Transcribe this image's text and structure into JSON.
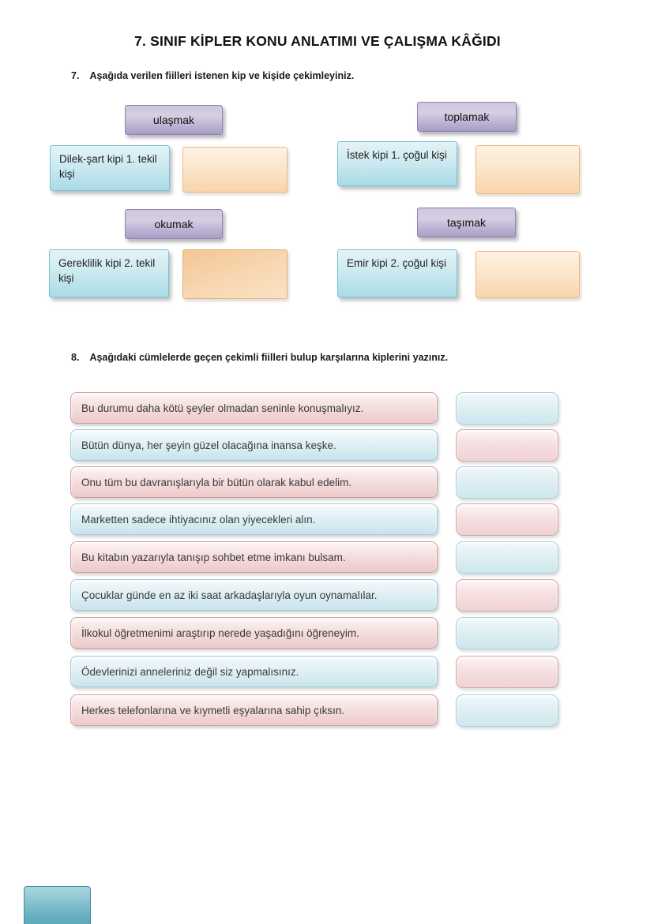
{
  "page": {
    "title": "7. SINIF KİPLER KONU ANLATIMI VE ÇALIŞMA KÂĞIDI"
  },
  "question7": {
    "number": "7.",
    "prompt": "Aşağıda verilen fiilleri istenen kip ve kişide çekimleyiniz.",
    "exercises": [
      {
        "verb": "ulaşmak",
        "instruction": "Dilek-şart kipi 1. tekil kişi",
        "answer": ""
      },
      {
        "verb": "toplamak",
        "instruction": "İstek kipi 1. çoğul kişi",
        "answer": ""
      },
      {
        "verb": "okumak",
        "instruction": "Gereklilik kipi 2. tekil kişi",
        "answer": ""
      },
      {
        "verb": "taşımak",
        "instruction": "Emir kipi 2. çoğul kişi",
        "answer": ""
      }
    ]
  },
  "question8": {
    "number": "8.",
    "prompt": "Aşağıdaki cümlelerde geçen çekimli fiilleri bulup karşılarına kiplerini yazınız.",
    "sentences": [
      {
        "text": "Bu durumu daha kötü şeyler olmadan seninle konuşmalıyız.",
        "box_color": "pink",
        "answer_box_color": "blue"
      },
      {
        "text": "Bütün dünya, her şeyin güzel olacağına inansa keşke.",
        "box_color": "blue",
        "answer_box_color": "pink"
      },
      {
        "text": "Onu tüm bu davranışlarıyla bir bütün olarak kabul edelim.",
        "box_color": "pink",
        "answer_box_color": "blue"
      },
      {
        "text": "Marketten sadece ihtiyacınız olan yiyecekleri alın.",
        "box_color": "blue",
        "answer_box_color": "pink"
      },
      {
        "text": "Bu kitabın yazarıyla tanışıp sohbet etme imkanı bulsam.",
        "box_color": "pink",
        "answer_box_color": "blue"
      },
      {
        "text": "Çocuklar günde en az iki saat arkadaşlarıyla oyun oynamalılar.",
        "box_color": "blue",
        "answer_box_color": "pink"
      },
      {
        "text": "İlkokul öğretmenimi araştırıp nerede yaşadığını öğreneyim.",
        "box_color": "pink",
        "answer_box_color": "blue"
      },
      {
        "text": "Ödevlerinizi anneleriniz değil siz yapmalısınız.",
        "box_color": "blue",
        "answer_box_color": "pink"
      },
      {
        "text": "Herkes telefonlarına ve kıymetli eşyalarına sahip çıksın.",
        "box_color": "pink",
        "answer_box_color": "blue"
      }
    ]
  },
  "colors": {
    "verb_box_purple": "#a89cc6",
    "instruction_box_blue": "#a9dbe6",
    "answer_box_orange": "#f8d5ae",
    "sentence_pink": "#ecc9c9",
    "sentence_blue": "#c8e4ed",
    "answer_blue": "#cde7ee",
    "answer_pink": "#efd1d3",
    "partial_box_teal": "#4d9fb4"
  }
}
